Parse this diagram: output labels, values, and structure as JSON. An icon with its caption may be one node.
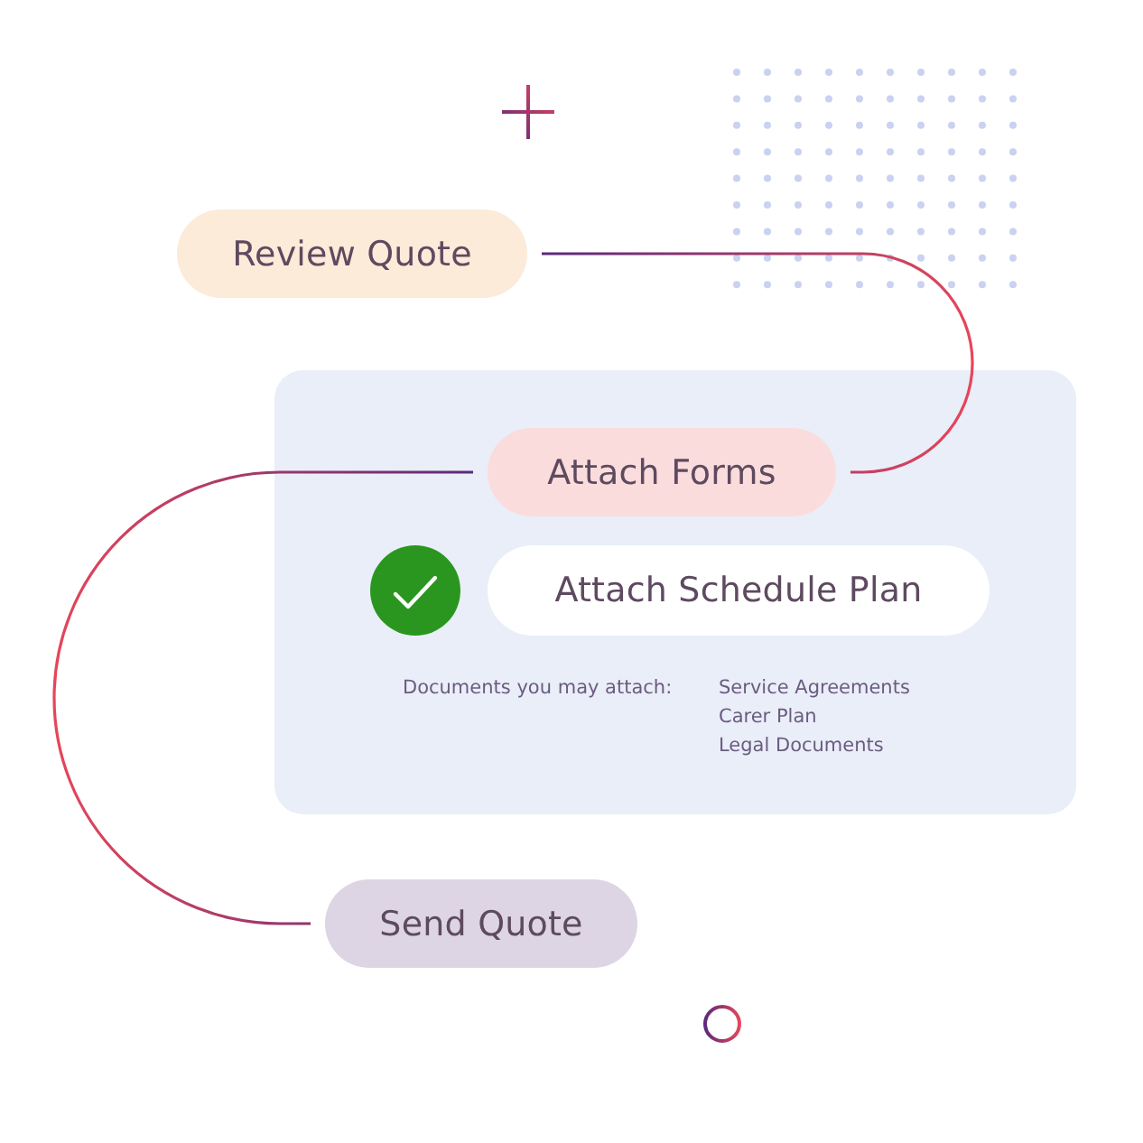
{
  "diagram": {
    "nodes": [
      {
        "text": [
          "Review Quote"
        ]
      },
      {
        "text": [],
        "shape": "box"
      },
      {
        "text": [
          "Attach Forms"
        ],
        "in": 1
      },
      {
        "text": [
          "Attach Schedule Plan"
        ],
        "in": 1
      },
      {
        "text": [
          "Send Quote"
        ]
      }
    ],
    "edges": [
      {
        "from": 0,
        "to": 2,
        "arrow": "none"
      },
      {
        "from": 2,
        "to": 4,
        "arrow": "none"
      }
    ],
    "labels": [
      "Documents you may attach:",
      "Service Agreements",
      "Carer Plan",
      "Legal Documents"
    ]
  }
}
